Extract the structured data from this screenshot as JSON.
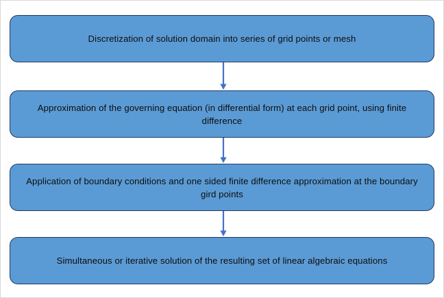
{
  "diagram": {
    "title": "Finite difference solution procedure flowchart",
    "type": "vertical-flowchart",
    "colors": {
      "box_fill": "#5B9BD5",
      "box_border": "#1F3864",
      "arrow": "#4472C4",
      "text": "#0D0D0D",
      "page_background": "#FFFFFF",
      "page_border": "#D9D9D9"
    },
    "steps": [
      {
        "id": "step-1",
        "label": "Discretization of solution domain into series of grid points or mesh"
      },
      {
        "id": "step-2",
        "label": "Approximation of the governing equation  (in differential form) at each grid point, using finite difference"
      },
      {
        "id": "step-3",
        "label": "Application of boundary conditions and one sided finite difference approximation at the boundary gird points"
      },
      {
        "id": "step-4",
        "label": "Simultaneous or iterative solution of the resulting set of linear algebraic equations"
      }
    ],
    "connectors": [
      {
        "id": "connector-1",
        "from": "step-1",
        "to": "step-2",
        "kind": "down-arrow"
      },
      {
        "id": "connector-2",
        "from": "step-2",
        "to": "step-3",
        "kind": "down-arrow"
      },
      {
        "id": "connector-3",
        "from": "step-3",
        "to": "step-4",
        "kind": "down-arrow"
      }
    ]
  }
}
